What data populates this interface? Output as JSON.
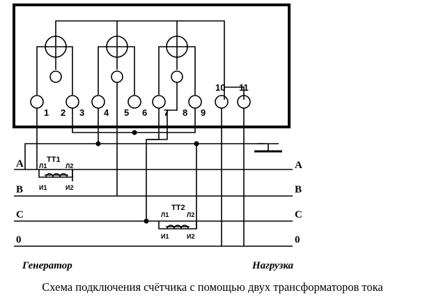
{
  "terminals": [
    "1",
    "2",
    "3",
    "4",
    "5",
    "6",
    "7",
    "8",
    "9",
    "10",
    "11"
  ],
  "phases_left": [
    "A",
    "B",
    "C",
    "0"
  ],
  "phases_right": [
    "A",
    "B",
    "C",
    "0"
  ],
  "transformers": [
    {
      "name": "ТТ1",
      "l1": "Л1",
      "l2": "Л2",
      "i1": "И1",
      "i2": "И2"
    },
    {
      "name": "ТТ2",
      "l1": "Л1",
      "l2": "Л2",
      "i1": "И1",
      "i2": "И2"
    }
  ],
  "generator_label": "Генератор",
  "load_label": "Нагрузка",
  "caption": "Схема подключения счётчика с помощью двух трансформаторов тока"
}
